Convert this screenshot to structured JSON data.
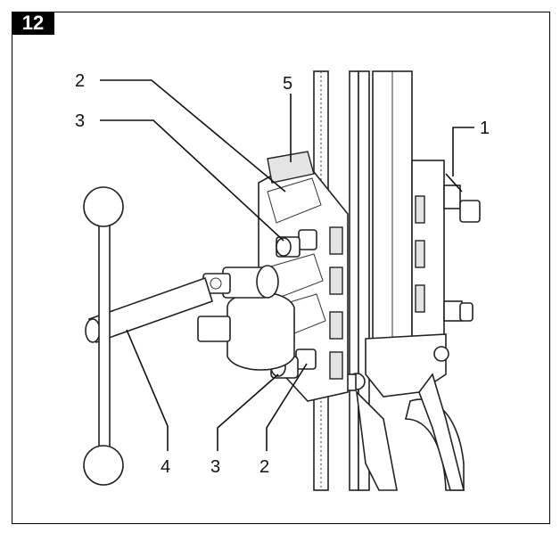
{
  "figure": {
    "number": "12"
  },
  "labels": {
    "top_2": "2",
    "top_3": "3",
    "top_5": "5",
    "top_1": "1",
    "bottom_4": "4",
    "bottom_3": "3",
    "bottom_2": "2"
  },
  "colors": {
    "line": "#111111",
    "badge": "#000000",
    "shade": "#e4e4e4"
  }
}
